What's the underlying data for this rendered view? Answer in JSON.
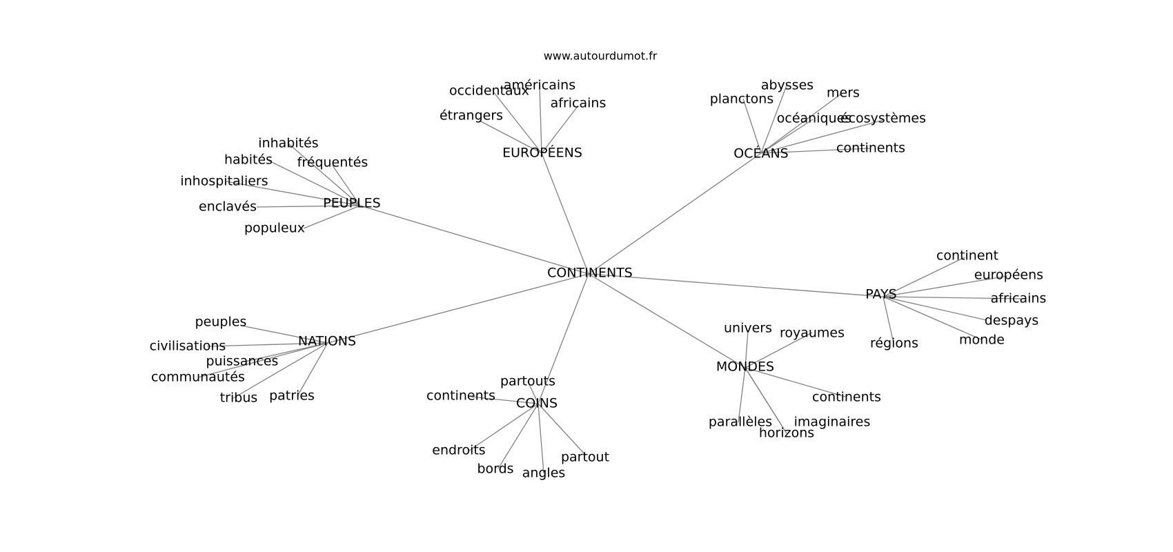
{
  "source_label": "www.autourdumot.fr",
  "root": {
    "label": "CONTINENTS"
  },
  "hubs": [
    {
      "id": "peuples",
      "label": "PEUPLES",
      "leaves": [
        "inhabités",
        "habités",
        "fréquentés",
        "inhospitaliers",
        "enclavés",
        "populeux"
      ]
    },
    {
      "id": "europeens",
      "label": "EUROPÉENS",
      "leaves": [
        "occidentaux",
        "américains",
        "africains",
        "étrangers"
      ]
    },
    {
      "id": "oceans",
      "label": "OCÉANS",
      "leaves": [
        "planctons",
        "abysses",
        "mers",
        "océaniques",
        "écosystèmes",
        "continents"
      ]
    },
    {
      "id": "pays",
      "label": "PAYS",
      "leaves": [
        "continent",
        "européens",
        "africains",
        "despays",
        "monde",
        "régions"
      ]
    },
    {
      "id": "mondes",
      "label": "MONDES",
      "leaves": [
        "univers",
        "royaumes",
        "continents",
        "parallèles",
        "imaginaires",
        "horizons"
      ]
    },
    {
      "id": "coins",
      "label": "COINS",
      "leaves": [
        "partouts",
        "continents",
        "endroits",
        "bords",
        "angles",
        "partout"
      ]
    },
    {
      "id": "nations",
      "label": "NATIONS",
      "leaves": [
        "peuples",
        "civilisations",
        "puissances",
        "communautés",
        "tribus",
        "patries"
      ]
    }
  ]
}
